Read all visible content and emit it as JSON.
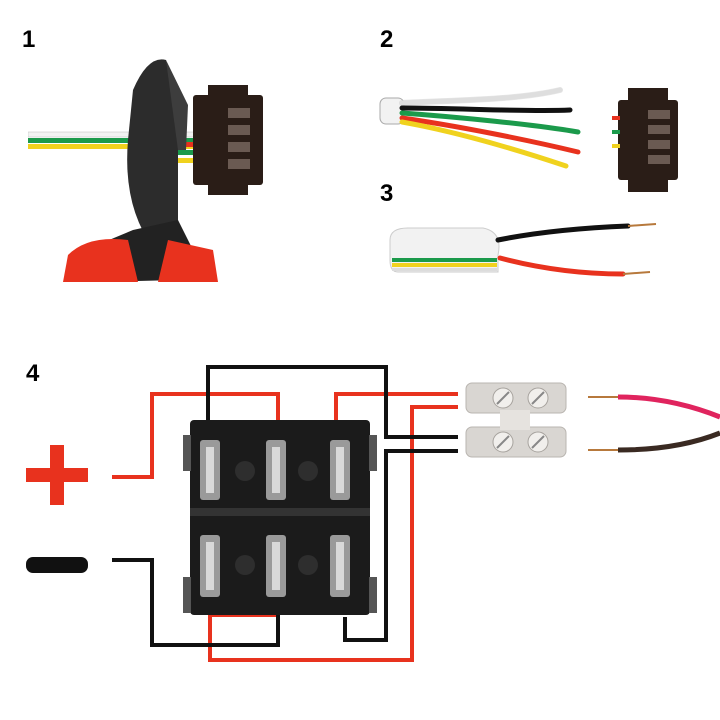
{
  "steps": [
    {
      "number": "1"
    },
    {
      "number": "2"
    },
    {
      "number": "3"
    },
    {
      "number": "4"
    }
  ],
  "polarity": {
    "positive_symbol": "+",
    "negative_symbol": "−"
  },
  "colors": {
    "red_wire": "#e8321e",
    "black_wire": "#111111",
    "green_wire": "#1b9a4b",
    "yellow_wire": "#f0d21e",
    "white_wire": "#f2f2f2",
    "connector_body": "#2a1d17",
    "switch_body": "#1b1b1b",
    "terminal_block": "#d9d6d2",
    "copper": "#b7793c"
  },
  "icons": [
    "wire-cutter-icon",
    "jst-connector-icon",
    "dpdt-switch-icon",
    "terminal-block-icon"
  ]
}
